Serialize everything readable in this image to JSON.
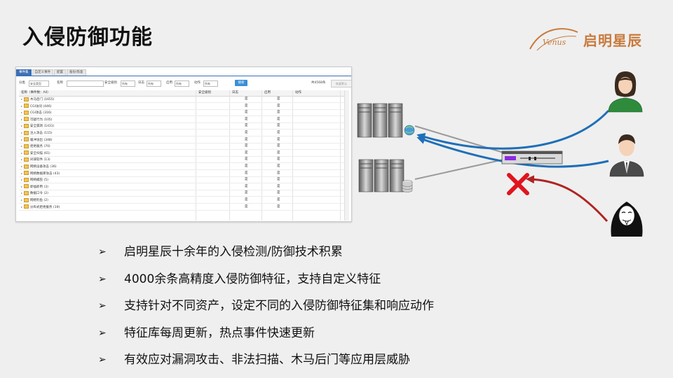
{
  "title": "入侵防御功能",
  "logo": {
    "mark_text": "Venus",
    "text": "启明星辰"
  },
  "app": {
    "tabs": [
      "事件集",
      "自定义事件",
      "配置",
      "备份/恢复"
    ],
    "filters": {
      "category_label": "分类",
      "category_value": "安全类型",
      "name_label": "名称",
      "name_value": "",
      "level_label": "安全级别",
      "level_value": "所有",
      "log_label": "日志",
      "log_value": "所有",
      "enable_label": "启用",
      "enable_value": "所有",
      "action_label": "动作",
      "action_value": "所有",
      "query_button": "搜索",
      "total": "共4568条",
      "disabled_button": "恢复默认"
    },
    "columns": [
      "名称（事件数：All）",
      "安全级别",
      "日志",
      "启用",
      "动作"
    ],
    "rows": [
      {
        "name": "木马后门 (1655)",
        "log": "是",
        "enable": "是"
      },
      {
        "name": "CGI访问 (446)",
        "log": "是",
        "enable": "是"
      },
      {
        "name": "CGI攻击 (316)",
        "log": "是",
        "enable": "是"
      },
      {
        "name": "可疑行为 (105)",
        "log": "是",
        "enable": "是"
      },
      {
        "name": "安全漏洞 (1431)",
        "log": "是",
        "enable": "是"
      },
      {
        "name": "注入攻击 (115)",
        "log": "是",
        "enable": "是"
      },
      {
        "name": "缓冲溢出 (348)",
        "log": "是",
        "enable": "是"
      },
      {
        "name": "拒绝服务 (70)",
        "log": "是",
        "enable": "是"
      },
      {
        "name": "安全扫描 (61)",
        "log": "是",
        "enable": "是"
      },
      {
        "name": "间谍软件 (13)",
        "log": "是",
        "enable": "是"
      },
      {
        "name": "网络设备攻击 (36)",
        "log": "是",
        "enable": "是"
      },
      {
        "name": "网络数据库攻击 (43)",
        "log": "是",
        "enable": "是"
      },
      {
        "name": "网络蠕虫 (5)",
        "log": "是",
        "enable": "是"
      },
      {
        "name": "即插即用 (3)",
        "log": "是",
        "enable": "是"
      },
      {
        "name": "数据口令 (2)",
        "log": "是",
        "enable": "是"
      },
      {
        "name": "网络钓鱼 (2)",
        "log": "是",
        "enable": "是"
      },
      {
        "name": "分布式拒绝服务 (19)",
        "log": "是",
        "enable": "是"
      }
    ]
  },
  "bullets": [
    {
      "mark": "➢",
      "text": "启明星辰十余年的入侵检测/防御技术积累"
    },
    {
      "mark": "➢",
      "text": "4000余条高精度入侵防御特征，支持自定义特征"
    },
    {
      "mark": "➢",
      "text": "支持针对不同资产，设定不同的入侵防御特征集和响应动作"
    },
    {
      "mark": "➢",
      "text": "特征库每周更新，热点事件快速更新"
    },
    {
      "mark": "➢",
      "text": "有效应对漏洞攻击、非法扫描、木马后门等应用层威胁"
    }
  ],
  "colors": {
    "blue_arrow": "#1f6fb8",
    "red_arrow": "#b22222",
    "block": "#e0141e",
    "accent": "#3b6fb5",
    "logo": "#c87a3c"
  },
  "icons": [
    "server-rack-icon",
    "globe-icon",
    "database-icon",
    "ips-device-icon",
    "block-x-icon",
    "user-female-icon",
    "user-male-icon",
    "hacker-mask-icon",
    "folder-icon"
  ]
}
